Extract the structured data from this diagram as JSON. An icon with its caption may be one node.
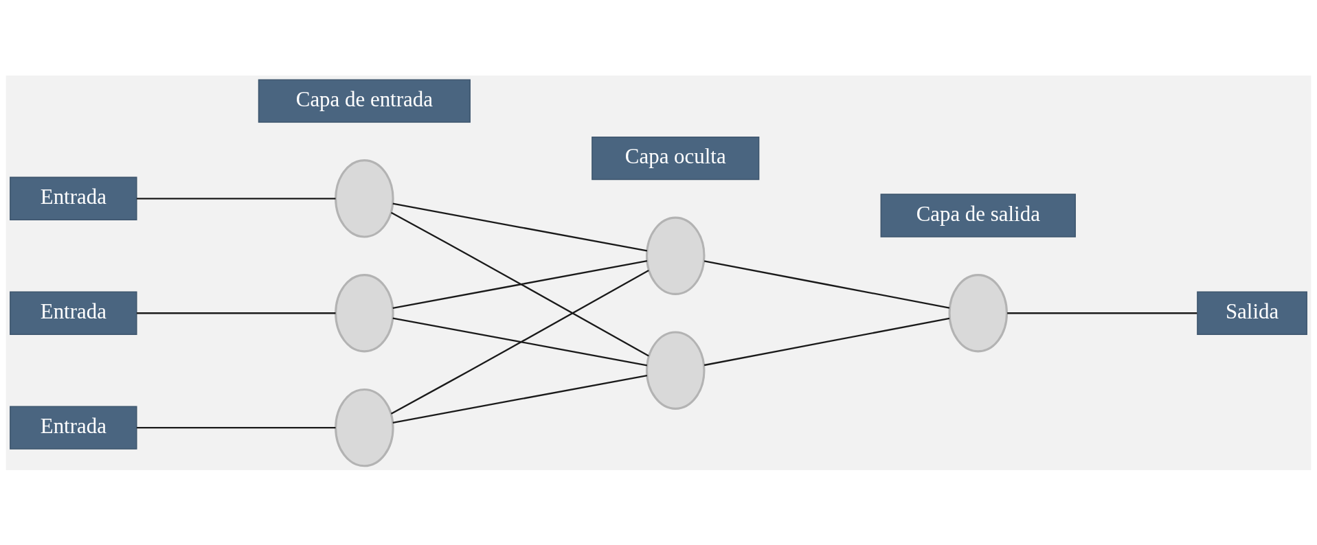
{
  "diagram": {
    "nodes": [
      {
        "text": [
          "Capa de entrada"
        ]
      },
      {
        "text": [
          "Capa oculta"
        ]
      },
      {
        "text": [
          "Capa de salida"
        ]
      },
      {
        "text": [
          "Entrada"
        ]
      },
      {
        "text": [
          "Entrada"
        ]
      },
      {
        "text": [
          "Entrada"
        ]
      },
      {
        "text": [],
        "shape": "circle"
      },
      {
        "text": [],
        "shape": "circle"
      },
      {
        "text": [],
        "shape": "circle"
      },
      {
        "text": [],
        "shape": "circle"
      },
      {
        "text": [],
        "shape": "circle"
      },
      {
        "text": [],
        "shape": "circle"
      },
      {
        "text": [
          "Salida"
        ]
      }
    ],
    "edges": [
      {
        "from": 3,
        "to": 6,
        "arrow": "none"
      },
      {
        "from": 4,
        "to": 7,
        "arrow": "none"
      },
      {
        "from": 5,
        "to": 8,
        "arrow": "none"
      },
      {
        "from": 6,
        "to": 9,
        "arrow": "none"
      },
      {
        "from": 6,
        "to": 10,
        "arrow": "none"
      },
      {
        "from": 7,
        "to": 9,
        "arrow": "none"
      },
      {
        "from": 7,
        "to": 10,
        "arrow": "none"
      },
      {
        "from": 8,
        "to": 9,
        "arrow": "none"
      },
      {
        "from": 8,
        "to": 10,
        "arrow": "none"
      },
      {
        "from": 9,
        "to": 11,
        "arrow": "none"
      },
      {
        "from": 10,
        "to": 11,
        "arrow": "none"
      },
      {
        "from": 11,
        "to": 12,
        "arrow": "none"
      }
    ]
  }
}
